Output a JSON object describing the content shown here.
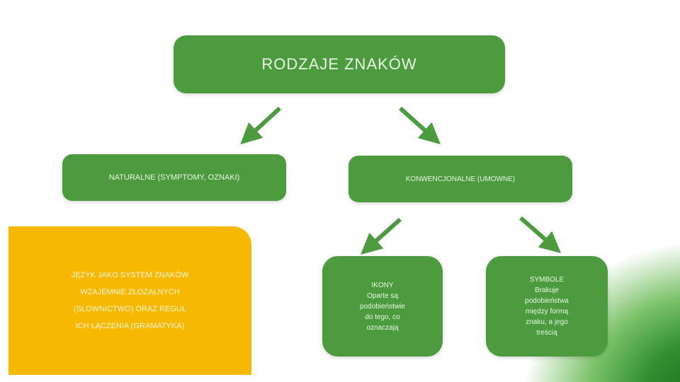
{
  "diagram": {
    "root": "RODZAJE ZNAKÓW",
    "natural": "NATURALNE (SYMPTOMY, OZNAKI)",
    "conventional": "KONWENCJONALNE (UMOWNE)",
    "icon": [
      "IKONY",
      "Oparte są",
      "podobieństwie",
      "do tego, co",
      "oznaczają"
    ],
    "symbol": [
      "SYMBOLE",
      "Brakuje",
      "podobieństwa",
      "między formą",
      "znaku, a jego",
      "treścią"
    ],
    "note": [
      "JĘZYK JAKO SYSTEM ZNAKÓW",
      "WZAJEMNIE ZŁOŻALNYCH",
      "(SŁOWNICTWO) ORAZ REGUŁ",
      "ICH ŁĄCZENIA (GRAMATYKA)"
    ]
  },
  "colors": {
    "node": "#4c9c3f",
    "note": "#f6b800",
    "arrow": "#4c9c3f"
  }
}
